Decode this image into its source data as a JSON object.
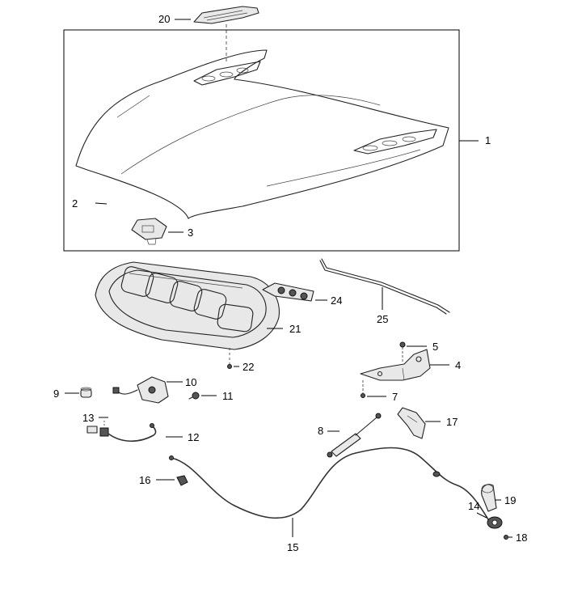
{
  "callouts": {
    "c1": "1",
    "c2": "2",
    "c3": "3",
    "c4": "4",
    "c5": "5",
    "c7": "7",
    "c8": "8",
    "c9": "9",
    "c10": "10",
    "c11": "11",
    "c12": "12",
    "c13": "13",
    "c14": "14",
    "c15": "15",
    "c16": "16",
    "c17": "17",
    "c18": "18",
    "c19": "19",
    "c20": "20",
    "c21": "21",
    "c22": "22",
    "c24": "24",
    "c25": "25"
  }
}
